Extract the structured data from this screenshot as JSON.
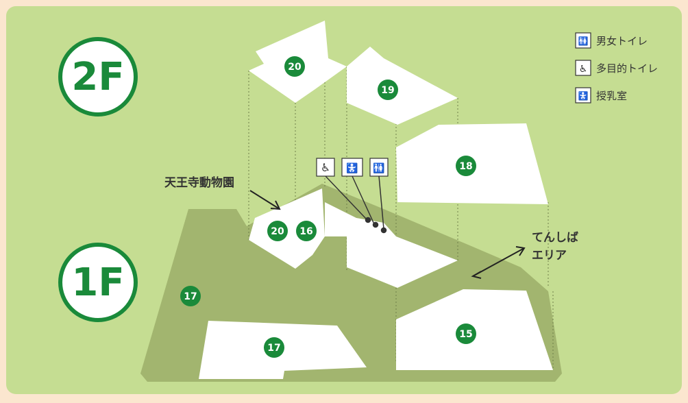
{
  "floors": {
    "upper": "2F",
    "lower": "1F"
  },
  "legend": [
    {
      "icon": "restroom-icon",
      "label": "男女トイレ"
    },
    {
      "icon": "accessible-restroom-icon",
      "label": "多目的トイレ"
    },
    {
      "icon": "nursing-room-icon",
      "label": "授乳室"
    }
  ],
  "areas": {
    "zoo": "天王寺動物園",
    "tennoji_line1": "てんしば",
    "tennoji_line2": "エリア"
  },
  "markers": {
    "m20_top": "20",
    "m19": "19",
    "m18": "18",
    "m20_bottom": "20",
    "m16": "16",
    "m17_left": "17",
    "m17_bottom": "17",
    "m15": "15"
  },
  "colors": {
    "page_bg": "#fbe6cf",
    "map_bg": "#c5dd92",
    "ground": "#a2b56f",
    "floor_plate": "#ffffff",
    "marker": "#1a8a3a",
    "floor_ring": "#1a8a3a",
    "text": "#333333"
  }
}
